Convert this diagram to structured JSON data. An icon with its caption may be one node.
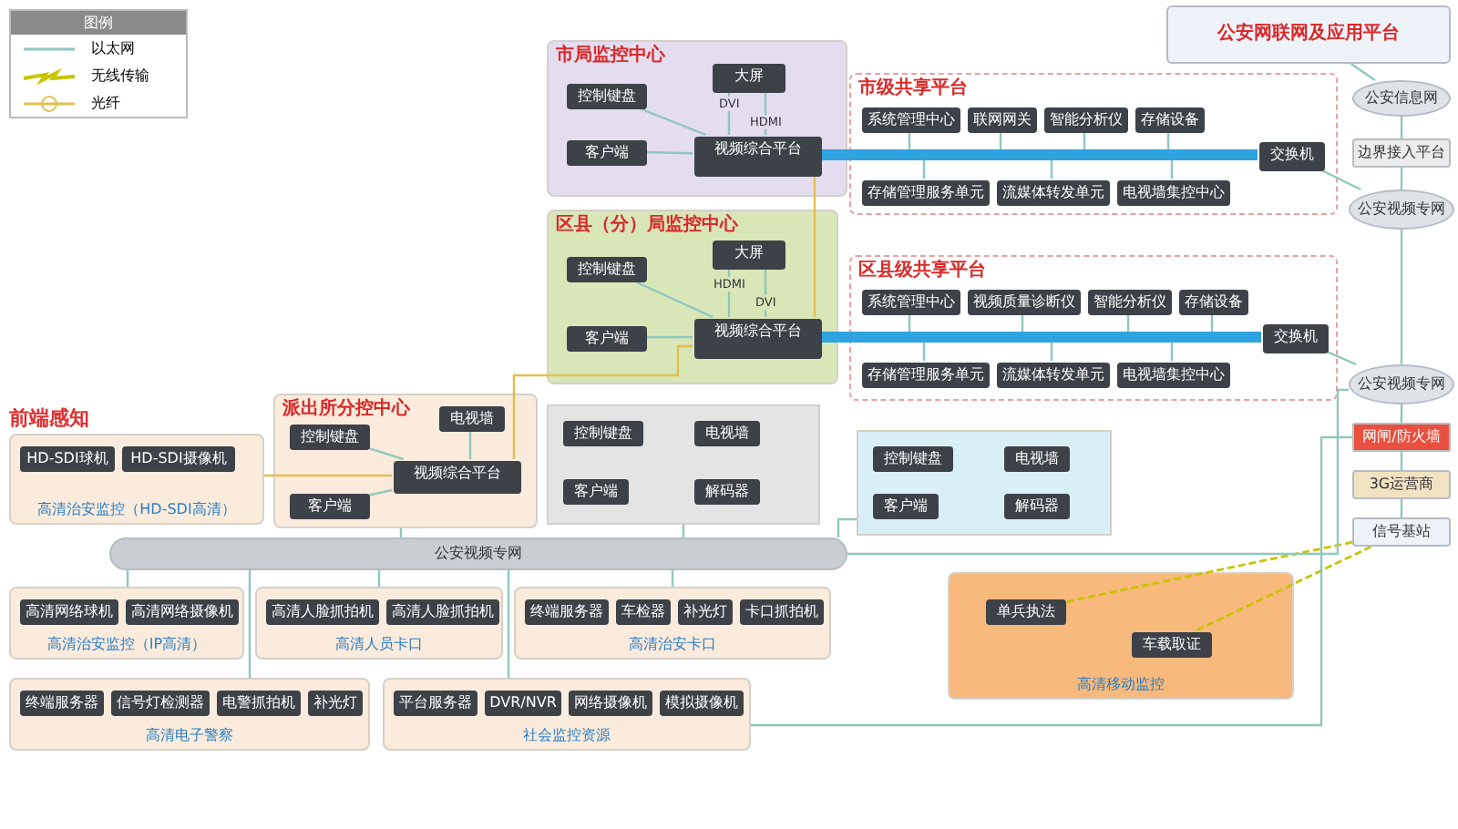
{
  "diagram": {
    "nodes": [
      {
        "text": [
          "市局监控中心"
        ]
      },
      {
        "text": [
          "大屏"
        ],
        "in": 0
      },
      {
        "text": [
          "控制键盘"
        ],
        "in": 0
      },
      {
        "text": [
          "客户端"
        ],
        "in": 0
      },
      {
        "text": [
          "视频综合平台"
        ],
        "in": 0
      },
      {
        "text": [
          "区县（分）局监控中心"
        ]
      },
      {
        "text": [
          "大屏"
        ],
        "in": 5
      },
      {
        "text": [
          "控制键盘"
        ],
        "in": 5
      },
      {
        "text": [
          "客户端"
        ],
        "in": 5
      },
      {
        "text": [
          "视频综合平台"
        ],
        "in": 5
      },
      {
        "text": [
          "派出所分控中心"
        ]
      },
      {
        "text": [
          "电视墙"
        ],
        "in": 10
      },
      {
        "text": [
          "控制键盘"
        ],
        "in": 10
      },
      {
        "text": [
          "客户端"
        ],
        "in": 10
      },
      {
        "text": [
          "视频综合平台"
        ],
        "in": 10
      },
      {
        "text": [
          "市级共享平台"
        ]
      },
      {
        "text": [
          "系统管理中心"
        ],
        "in": 15
      },
      {
        "text": [
          "联网网关"
        ],
        "in": 15
      },
      {
        "text": [
          "智能分析仪"
        ],
        "in": 15
      },
      {
        "text": [
          "存储设备"
        ],
        "in": 15
      },
      {
        "text": [
          "存储管理服务单元"
        ],
        "in": 15
      },
      {
        "text": [
          "流媒体转发单元"
        ],
        "in": 15
      },
      {
        "text": [
          "电视墙集控中心"
        ],
        "in": 15
      },
      {
        "text": [
          "交换机"
        ],
        "in": 15
      },
      {
        "text": [
          "区县级共享平台"
        ]
      },
      {
        "text": [
          "系统管理中心"
        ],
        "in": 24
      },
      {
        "text": [
          "视频质量诊断仪"
        ],
        "in": 24
      },
      {
        "text": [
          "智能分析仪"
        ],
        "in": 24
      },
      {
        "text": [
          "存储设备"
        ],
        "in": 24
      },
      {
        "text": [
          "存储管理服务单元"
        ],
        "in": 24
      },
      {
        "text": [
          "流媒体转发单元"
        ],
        "in": 24
      },
      {
        "text": [
          "电视墙集控中心"
        ],
        "in": 24
      },
      {
        "text": [
          "交换机"
        ],
        "in": 24
      },
      {
        "text": [
          "公安网联网及应用平台"
        ]
      },
      {
        "text": [
          "公安信息网"
        ]
      },
      {
        "text": [
          "边界接入平台"
        ]
      },
      {
        "text": [
          "公安视频专网"
        ]
      },
      {
        "text": [
          "公安视频专网"
        ]
      },
      {
        "text": [
          "网闸/防火墙"
        ]
      },
      {
        "text": [
          "3G运营商"
        ]
      },
      {
        "text": [
          "信号基站"
        ]
      },
      {
        "text": [
          "高清移动监控"
        ]
      },
      {
        "text": [
          "单兵执法"
        ],
        "in": 41
      },
      {
        "text": [
          "车载取证"
        ],
        "in": 41
      },
      {
        "text": [
          "公安视频专网"
        ]
      },
      {
        "text": [],
        "shape": "box"
      },
      {
        "text": [
          "控制键盘"
        ],
        "in": 45
      },
      {
        "text": [
          "电视墙"
        ],
        "in": 45
      },
      {
        "text": [
          "客户端"
        ],
        "in": 45
      },
      {
        "text": [
          "解码器"
        ],
        "in": 45
      },
      {
        "text": [],
        "shape": "box"
      },
      {
        "text": [
          "控制键盘"
        ],
        "in": 50
      },
      {
        "text": [
          "电视墙"
        ],
        "in": 50
      },
      {
        "text": [
          "客户端"
        ],
        "in": 50
      },
      {
        "text": [
          "解码器"
        ],
        "in": 50
      },
      {
        "text": [
          "高清治安监控（HD-SDI高清）"
        ]
      },
      {
        "text": [
          "HD-SDI球机"
        ],
        "in": 55
      },
      {
        "text": [
          "HD-SDI摄像机"
        ],
        "in": 55
      },
      {
        "text": [
          "高清治安监控（IP高清）"
        ]
      },
      {
        "text": [
          "高清网络球机"
        ],
        "in": 58
      },
      {
        "text": [
          "高清网络摄像机"
        ],
        "in": 58
      },
      {
        "text": [
          "高清人员卡口"
        ]
      },
      {
        "text": [
          "高清人脸抓拍机"
        ],
        "in": 61
      },
      {
        "text": [
          "高清人脸抓拍机"
        ],
        "in": 61
      },
      {
        "text": [
          "高清治安卡口"
        ]
      },
      {
        "text": [
          "终端服务器"
        ],
        "in": 64
      },
      {
        "text": [
          "车检器"
        ],
        "in": 64
      },
      {
        "text": [
          "补光灯"
        ],
        "in": 64
      },
      {
        "text": [
          "卡口抓拍机"
        ],
        "in": 64
      },
      {
        "text": [
          "高清电子警察"
        ]
      },
      {
        "text": [
          "终端服务器"
        ],
        "in": 69
      },
      {
        "text": [
          "信号灯检测器"
        ],
        "in": 69
      },
      {
        "text": [
          "电警抓拍机"
        ],
        "in": 69
      },
      {
        "text": [
          "补光灯"
        ],
        "in": 69
      },
      {
        "text": [
          "社会监控资源"
        ]
      },
      {
        "text": [
          "平台服务器"
        ],
        "in": 74
      },
      {
        "text": [
          "DVR/NVR"
        ],
        "in": 74
      },
      {
        "text": [
          "网络摄像机"
        ],
        "in": 74
      },
      {
        "text": [
          "模拟摄像机"
        ],
        "in": 74
      }
    ],
    "edges": [
      {
        "from": 4,
        "to": 1,
        "arrow": "none",
        "label": "DVI"
      },
      {
        "from": 4,
        "to": 1,
        "arrow": "none",
        "label": "HDMI"
      },
      {
        "from": 2,
        "to": 4,
        "arrow": "none"
      },
      {
        "from": 3,
        "to": 4,
        "arrow": "none"
      },
      {
        "from": 9,
        "to": 6,
        "arrow": "none",
        "label": "HDMI"
      },
      {
        "from": 9,
        "to": 6,
        "arrow": "none",
        "label": "DVI"
      },
      {
        "from": 7,
        "to": 9,
        "arrow": "none"
      },
      {
        "from": 8,
        "to": 9,
        "arrow": "none"
      },
      {
        "from": 14,
        "to": 11,
        "arrow": "none"
      },
      {
        "from": 12,
        "to": 14,
        "arrow": "none"
      },
      {
        "from": 13,
        "to": 14,
        "arrow": "none"
      },
      {
        "from": 9,
        "to": 4,
        "arrow": "none",
        "color": "#e3bf4f"
      },
      {
        "from": 14,
        "to": 9,
        "arrow": "none",
        "color": "#e3bf4f"
      },
      {
        "from": 55,
        "to": 14,
        "arrow": "none",
        "color": "#e3bf4f"
      },
      {
        "from": 4,
        "to": 23,
        "arrow": "none",
        "style": "thick",
        "color": "#2fa3e0"
      },
      {
        "from": 16,
        "to": 23,
        "arrow": "none"
      },
      {
        "from": 17,
        "to": 23,
        "arrow": "none"
      },
      {
        "from": 18,
        "to": 23,
        "arrow": "none"
      },
      {
        "from": 19,
        "to": 23,
        "arrow": "none"
      },
      {
        "from": 20,
        "to": 23,
        "arrow": "none"
      },
      {
        "from": 21,
        "to": 23,
        "arrow": "none"
      },
      {
        "from": 22,
        "to": 23,
        "arrow": "none"
      },
      {
        "from": 9,
        "to": 32,
        "arrow": "none",
        "style": "thick",
        "color": "#2fa3e0"
      },
      {
        "from": 25,
        "to": 32,
        "arrow": "none"
      },
      {
        "from": 26,
        "to": 32,
        "arrow": "none"
      },
      {
        "from": 27,
        "to": 32,
        "arrow": "none"
      },
      {
        "from": 28,
        "to": 32,
        "arrow": "none"
      },
      {
        "from": 29,
        "to": 32,
        "arrow": "none"
      },
      {
        "from": 30,
        "to": 32,
        "arrow": "none"
      },
      {
        "from": 31,
        "to": 32,
        "arrow": "none"
      },
      {
        "from": 23,
        "to": 36,
        "arrow": "none"
      },
      {
        "from": 34,
        "to": 33,
        "arrow": "none"
      },
      {
        "from": 35,
        "to": 34,
        "arrow": "none"
      },
      {
        "from": 36,
        "to": 35,
        "arrow": "none"
      },
      {
        "from": 37,
        "to": 36,
        "arrow": "none"
      },
      {
        "from": 32,
        "to": 37,
        "arrow": "none"
      },
      {
        "from": 37,
        "to": 38,
        "arrow": "none"
      },
      {
        "from": 38,
        "to": 39,
        "arrow": "none"
      },
      {
        "from": 39,
        "to": 40,
        "arrow": "none"
      },
      {
        "from": 40,
        "to": 42,
        "arrow": "none",
        "style": "dashed",
        "color": "#c9c400"
      },
      {
        "from": 40,
        "to": 43,
        "arrow": "none",
        "style": "dashed",
        "color": "#c9c400"
      },
      {
        "from": 44,
        "to": 37,
        "arrow": "none"
      },
      {
        "from": 10,
        "to": 44,
        "arrow": "none"
      },
      {
        "from": 45,
        "to": 44,
        "arrow": "none"
      },
      {
        "from": 50,
        "to": 44,
        "arrow": "none"
      },
      {
        "from": 58,
        "to": 44,
        "arrow": "none"
      },
      {
        "from": 61,
        "to": 44,
        "arrow": "none"
      },
      {
        "from": 64,
        "to": 44,
        "arrow": "none"
      },
      {
        "from": 69,
        "to": 44,
        "arrow": "none"
      },
      {
        "from": 74,
        "to": 44,
        "arrow": "none"
      },
      {
        "from": 74,
        "to": 38,
        "arrow": "none"
      }
    ],
    "labels": [
      "图例",
      "前端感知"
    ],
    "legend": [
      {
        "text": "以太网"
      },
      {
        "text": "无线传输"
      },
      {
        "text": "光纤"
      }
    ]
  }
}
